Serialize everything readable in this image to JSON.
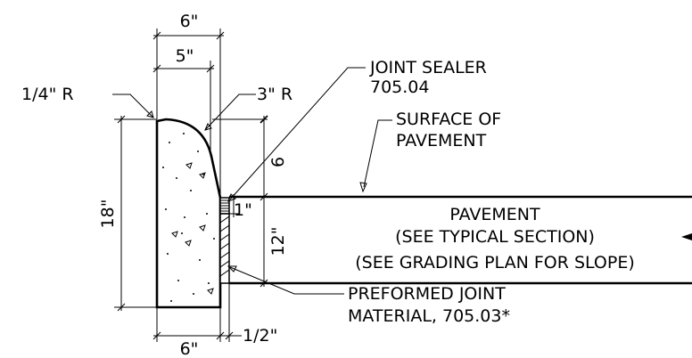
{
  "dimensions": {
    "top_width": "6\"",
    "inner_width": "5\"",
    "corner_radius": "1/4\" R",
    "curve_radius": "3\" R",
    "height": "18\"",
    "upper_gap": "6",
    "joint_offset": "1\"",
    "pavement_depth": "12\"",
    "bottom_width": "6\"",
    "joint_thickness": "1/2\""
  },
  "labels": {
    "joint_sealer": [
      "JOINT SEALER",
      "705.04"
    ],
    "surface": [
      "SURFACE OF",
      "PAVEMENT"
    ],
    "pavement": [
      "PAVEMENT",
      "(SEE TYPICAL SECTION)",
      "(SEE GRADING PLAN FOR SLOPE)"
    ],
    "preformed": [
      "PREFORMED JOINT",
      "MATERIAL, 705.03*"
    ]
  }
}
